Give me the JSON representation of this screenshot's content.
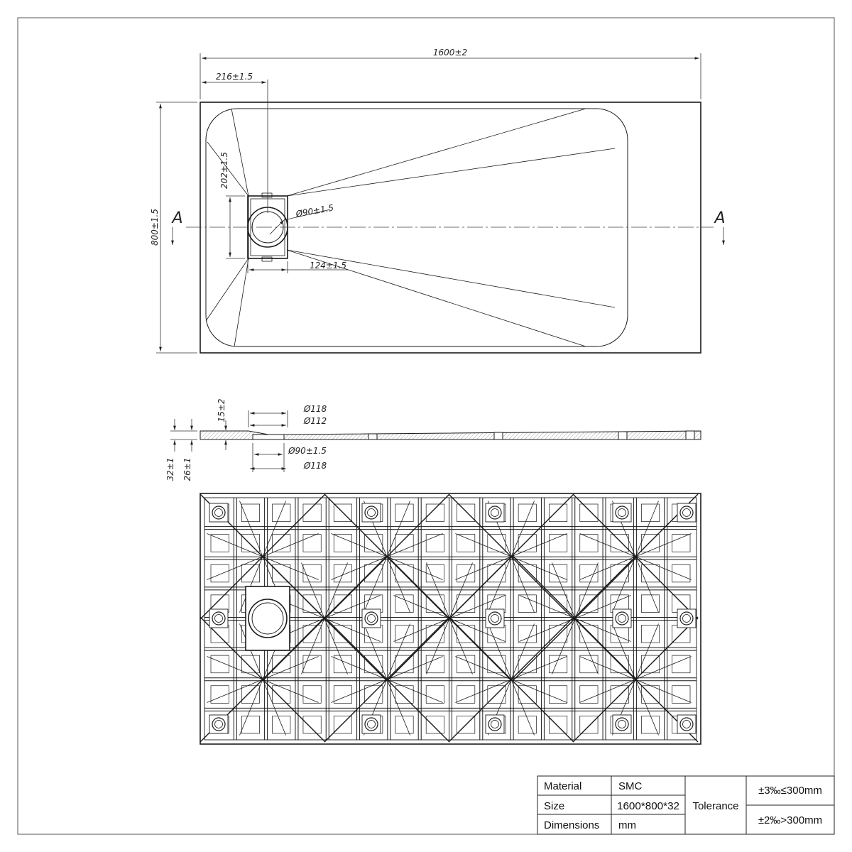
{
  "drawing": {
    "top_view": {
      "length": "1600±2",
      "width": "800±1.5",
      "drain_offset_x": "216±1.5",
      "drain_box_height": "202±1.5",
      "drain_diameter": "Ø90±1.5",
      "drain_box_width": "124±1.5",
      "section_label": "A"
    },
    "side_view": {
      "top_rim_depth": "15±2",
      "upper_diameter_a": "Ø118",
      "upper_diameter_b": "Ø112",
      "lower_diameter": "Ø90±1.5",
      "bottom_diameter": "Ø118",
      "total_height": "32±1",
      "base_height": "26±1"
    }
  },
  "title_block": {
    "material_label": "Material",
    "material_value": "SMC",
    "size_label": "Size",
    "size_value": "1600*800*32",
    "dimensions_label": "Dimensions",
    "dimensions_value": "mm",
    "tolerance_label": "Tolerance",
    "tolerance_small": "±3‰≤300mm",
    "tolerance_large": "±2‰>300mm"
  },
  "colors": {
    "line": "#1a1a1a",
    "thin": "#444444",
    "paper": "#ffffff"
  }
}
